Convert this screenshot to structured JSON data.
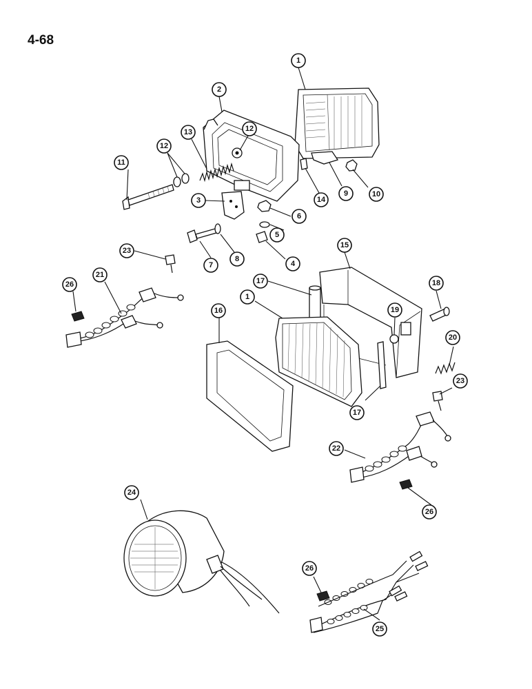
{
  "page": {
    "number": "4-68"
  },
  "callouts": [
    {
      "id": "c1a",
      "label": "1"
    },
    {
      "id": "c2",
      "label": "2"
    },
    {
      "id": "c12a",
      "label": "12"
    },
    {
      "id": "c13",
      "label": "13"
    },
    {
      "id": "c12b",
      "label": "12"
    },
    {
      "id": "c11",
      "label": "11"
    },
    {
      "id": "c14",
      "label": "14"
    },
    {
      "id": "c9",
      "label": "9"
    },
    {
      "id": "c10",
      "label": "10"
    },
    {
      "id": "c3",
      "label": "3"
    },
    {
      "id": "c6",
      "label": "6"
    },
    {
      "id": "c5",
      "label": "5"
    },
    {
      "id": "c4",
      "label": "4"
    },
    {
      "id": "c7",
      "label": "7"
    },
    {
      "id": "c8",
      "label": "8"
    },
    {
      "id": "c23a",
      "label": "23"
    },
    {
      "id": "c15",
      "label": "15"
    },
    {
      "id": "c21",
      "label": "21"
    },
    {
      "id": "c26a",
      "label": "26"
    },
    {
      "id": "c17a",
      "label": "17"
    },
    {
      "id": "c18",
      "label": "18"
    },
    {
      "id": "c1b",
      "label": "1"
    },
    {
      "id": "c16",
      "label": "16"
    },
    {
      "id": "c19",
      "label": "19"
    },
    {
      "id": "c20",
      "label": "20"
    },
    {
      "id": "c23b",
      "label": "23"
    },
    {
      "id": "c17b",
      "label": "17"
    },
    {
      "id": "c22",
      "label": "22"
    },
    {
      "id": "c26b",
      "label": "26"
    },
    {
      "id": "c24",
      "label": "24"
    },
    {
      "id": "c26c",
      "label": "26"
    },
    {
      "id": "c25",
      "label": "25"
    }
  ]
}
